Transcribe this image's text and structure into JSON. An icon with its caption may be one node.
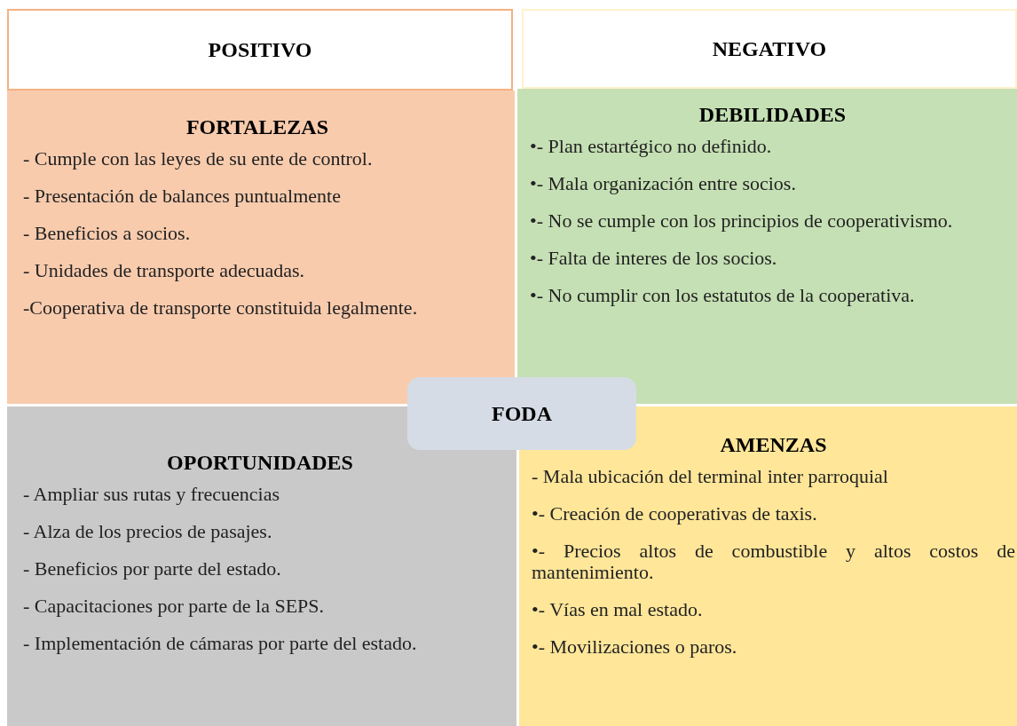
{
  "diagram": {
    "nodes": [
      {
        "text": [
          "POSITIVO"
        ]
      },
      {
        "text": [
          "NEGATIVO"
        ]
      },
      {
        "text": [
          "FORTALEZAS",
          "- Cumple con las leyes de su ente de control.",
          "- Presentación de balances puntualmente",
          "- Beneficios a socios.",
          "- Unidades de transporte adecuadas.",
          "-Cooperativa de transporte constituida legalmente."
        ]
      },
      {
        "text": [
          "DEBILIDADES",
          "•- Plan estartégico no definido.",
          "•- Mala organización entre socios.",
          "•- No se cumple con los principios de cooperativismo.",
          "•- Falta de interes de los socios.",
          "•- No cumplir con los estatutos de la cooperativa."
        ]
      },
      {
        "text": [
          "OPORTUNIDADES",
          "- Ampliar sus rutas y frecuencias",
          "- Alza de los precios de pasajes.",
          "- Beneficios por parte del estado.",
          "- Capacitaciones por parte de la SEPS.",
          "- Implementación de cámaras por parte del estado."
        ]
      },
      {
        "text": [
          "AMENZAS",
          "- Mala ubicación del terminal inter parroquial",
          "•- Creación de cooperativas de taxis.",
          "•- Precios altos de combustible y altos costos de mantenimiento.",
          "•- Vías en mal estado.",
          "•- Movilizaciones o paros."
        ]
      },
      {
        "text": [
          "FODA"
        ]
      }
    ]
  }
}
